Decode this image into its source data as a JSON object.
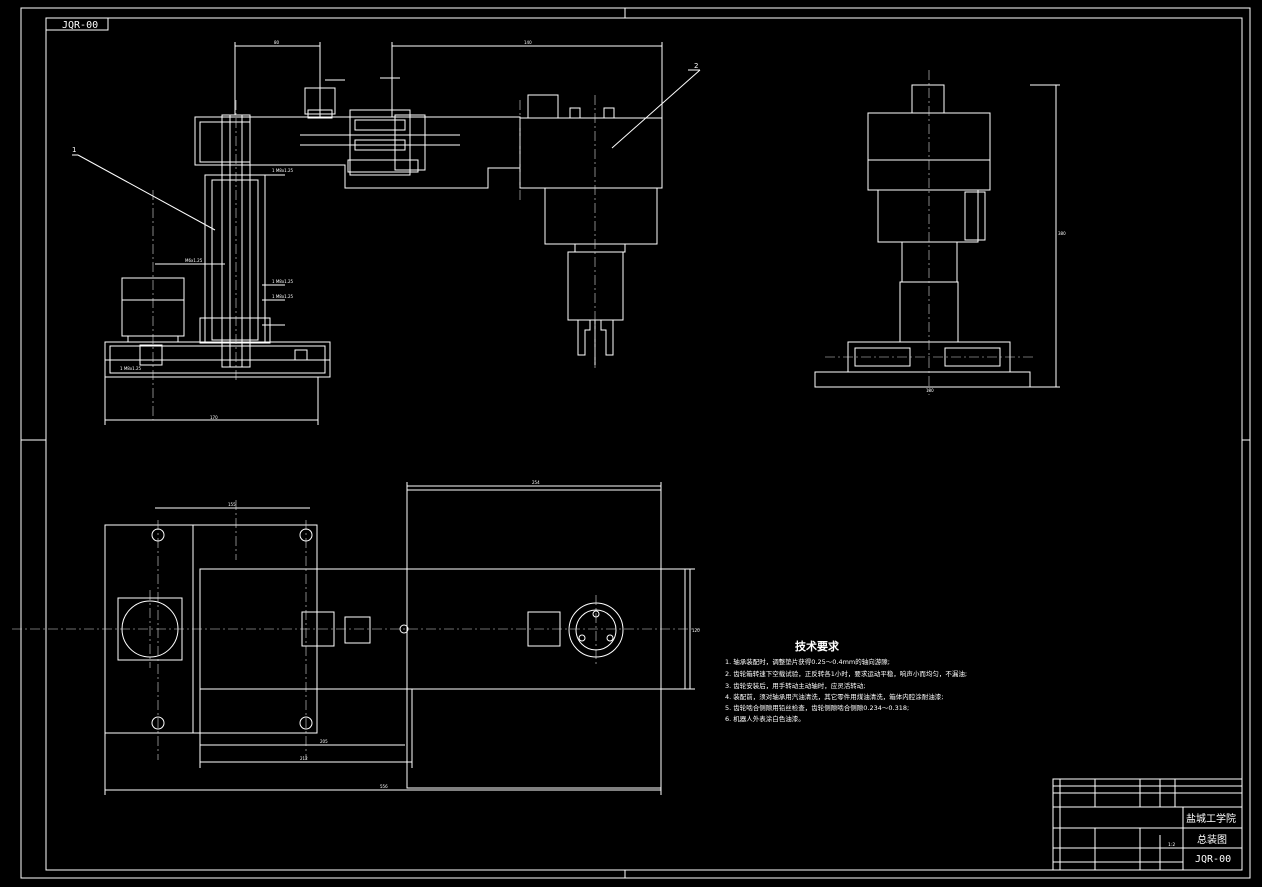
{
  "drawing_tag": "JQR-00",
  "balloons": [
    "1",
    "2"
  ],
  "tech_requirements": {
    "title": "技术要求",
    "items": [
      "1. 轴承装配时，调整垫片获得0.25～0.4mm的轴向游隙;",
      "2. 齿轮箱转速下空载试验，正反转各1小时，要求运动平稳，响声小而均匀，不漏油;",
      "3. 齿轮安装后，用手转动主动轴时，应灵活转动;",
      "4. 装配前，须对轴承用汽油清洗，其它零件用煤油清洗，箱体内腔涂耐油漆;",
      "5. 齿轮啮合侧隙用铅丝检查，齿轮侧隙啮合侧隙0.234～0.318;",
      "6. 机器人外表涂白色油漆。"
    ]
  },
  "title_block": {
    "school": "盐城工学院",
    "drawing_name": "总装图",
    "drawing_code": "JQR-00",
    "scale": "1:2"
  },
  "colors": {
    "background": "#000000",
    "line": "#ffffff",
    "centerline": "#dcdcdc"
  }
}
